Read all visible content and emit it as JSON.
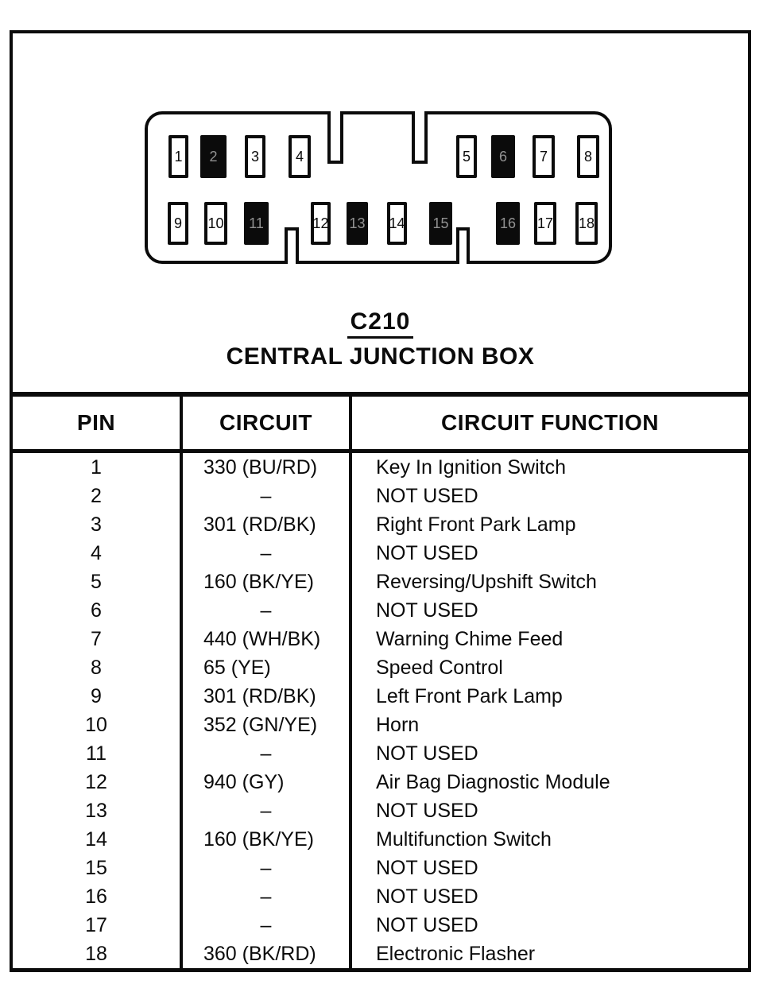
{
  "document": {
    "connector": {
      "id": "C210",
      "name": "CENTRAL JUNCTION BOX",
      "pins": [
        {
          "label": "1",
          "filled": false
        },
        {
          "label": "2",
          "filled": true
        },
        {
          "label": "3",
          "filled": false
        },
        {
          "label": "4",
          "filled": false
        },
        {
          "label": "5",
          "filled": false
        },
        {
          "label": "6",
          "filled": true
        },
        {
          "label": "7",
          "filled": false
        },
        {
          "label": "8",
          "filled": false
        },
        {
          "label": "9",
          "filled": false
        },
        {
          "label": "10",
          "filled": false
        },
        {
          "label": "11",
          "filled": true
        },
        {
          "label": "12",
          "filled": false
        },
        {
          "label": "13",
          "filled": true
        },
        {
          "label": "14",
          "filled": false
        },
        {
          "label": "15",
          "filled": true
        },
        {
          "label": "16",
          "filled": true
        },
        {
          "label": "17",
          "filled": false
        },
        {
          "label": "18",
          "filled": false
        }
      ]
    },
    "table": {
      "headers": [
        "PIN",
        "CIRCUIT",
        "CIRCUIT FUNCTION"
      ],
      "rows": [
        {
          "pin": "1",
          "circuit": "330 (BU/RD)",
          "function": "Key In Ignition Switch"
        },
        {
          "pin": "2",
          "circuit": "–",
          "function": "NOT USED"
        },
        {
          "pin": "3",
          "circuit": "301 (RD/BK)",
          "function": "Right Front Park Lamp"
        },
        {
          "pin": "4",
          "circuit": "–",
          "function": "NOT USED"
        },
        {
          "pin": "5",
          "circuit": "160 (BK/YE)",
          "function": "Reversing/Upshift Switch"
        },
        {
          "pin": "6",
          "circuit": "–",
          "function": "NOT USED"
        },
        {
          "pin": "7",
          "circuit": "440 (WH/BK)",
          "function": "Warning Chime Feed"
        },
        {
          "pin": "8",
          "circuit": "65 (YE)",
          "function": "Speed Control"
        },
        {
          "pin": "9",
          "circuit": "301 (RD/BK)",
          "function": "Left Front Park Lamp"
        },
        {
          "pin": "10",
          "circuit": "352 (GN/YE)",
          "function": "Horn"
        },
        {
          "pin": "11",
          "circuit": "–",
          "function": "NOT USED"
        },
        {
          "pin": "12",
          "circuit": "940 (GY)",
          "function": "Air Bag Diagnostic Module"
        },
        {
          "pin": "13",
          "circuit": "–",
          "function": "NOT USED"
        },
        {
          "pin": "14",
          "circuit": "160 (BK/YE)",
          "function": "Multifunction Switch"
        },
        {
          "pin": "15",
          "circuit": "–",
          "function": "NOT USED"
        },
        {
          "pin": "16",
          "circuit": "–",
          "function": "NOT USED"
        },
        {
          "pin": "17",
          "circuit": "–",
          "function": "NOT USED"
        },
        {
          "pin": "18",
          "circuit": "360 (BK/RD)",
          "function": "Electronic Flasher"
        }
      ]
    },
    "colors": {
      "ink": "#0b0b0b",
      "paper": "#ffffff"
    }
  }
}
